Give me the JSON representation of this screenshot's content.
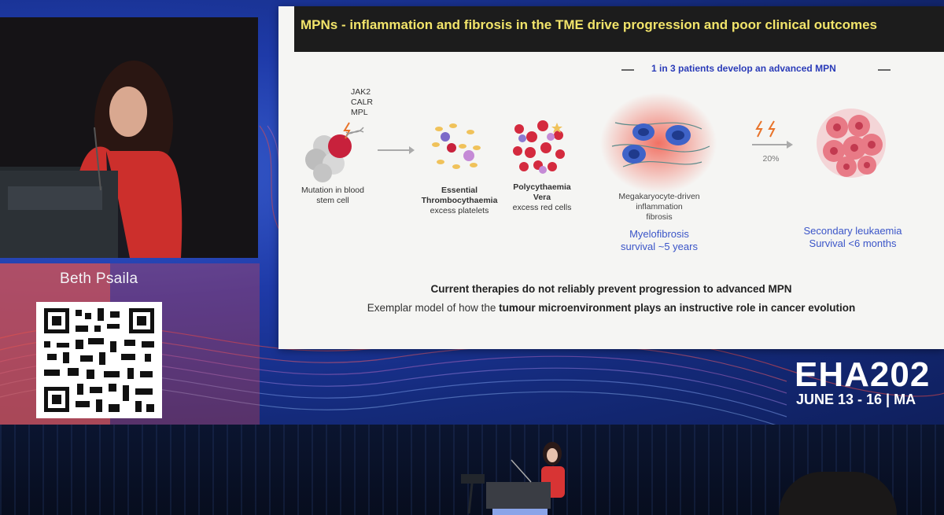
{
  "speaker": {
    "name": "Beth Psaila"
  },
  "slide": {
    "title": "MPNs - inflammation and fibrosis in the TME drive progression and poor clinical outcomes",
    "callout": "1 in 3 patients develop an advanced MPN",
    "mutations": [
      "JAK2",
      "CALR",
      "MPL"
    ],
    "stage_mutation": {
      "line1": "Mutation in blood",
      "line2": "stem cell"
    },
    "stage_et": {
      "line1": "Essential",
      "line2": "Thrombocythaemia",
      "line3": "excess platelets"
    },
    "stage_pv": {
      "line1": "Polycythaemia",
      "line2": "Vera",
      "line3": "excess red cells"
    },
    "stage_mf": {
      "line1": "Megakaryocyte-driven",
      "line2": "inflammation",
      "line3": "fibrosis"
    },
    "mf_outcome": {
      "line1": "Myelofibrosis",
      "line2": "survival ~5 years"
    },
    "leuk_outcome": {
      "line1": "Secondary leukaemia",
      "line2": "Survival <6 months"
    },
    "progression_rate": "20%",
    "message1": "Current therapies do not reliably prevent progression to advanced MPN",
    "message2_prefix": "Exemplar model of how the ",
    "message2_bold": "tumour microenvironment plays an instructive role in cancer evolution"
  },
  "event": {
    "name": "EHA202",
    "dates": "JUNE 13 - 16 | MA"
  },
  "colors": {
    "title": "#f2e46a",
    "callout": "#2a3bb8",
    "outcome": "#3b55c8"
  }
}
